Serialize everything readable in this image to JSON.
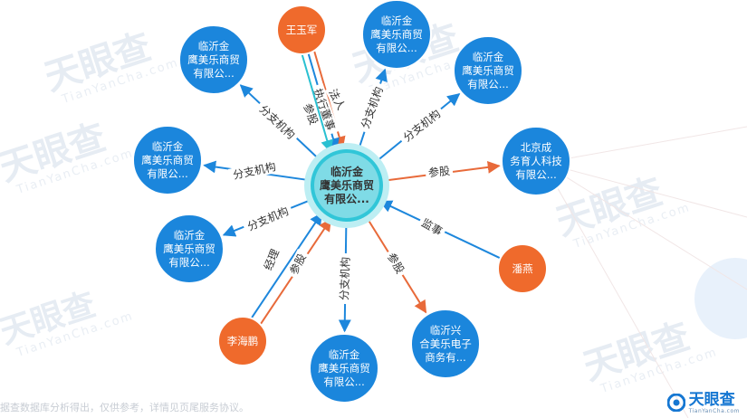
{
  "watermark": {
    "text": "天眼查",
    "sub": "TianYanCha.com"
  },
  "center": {
    "lines": [
      "临沂金",
      "鹰美乐商贸",
      "有限公..."
    ]
  },
  "nodes": [
    {
      "id": "wyj",
      "kind": "person",
      "lines": [
        "王玉军"
      ]
    },
    {
      "id": "c_top",
      "kind": "company",
      "lines": [
        "临沂金",
        "鹰美乐商贸",
        "有限公..."
      ]
    },
    {
      "id": "c_tr",
      "kind": "company",
      "lines": [
        "临沂金",
        "鹰美乐商贸",
        "有限公..."
      ]
    },
    {
      "id": "c_tl",
      "kind": "company",
      "lines": [
        "临沂金",
        "鹰美乐商贸",
        "有限公..."
      ]
    },
    {
      "id": "bj",
      "kind": "company",
      "lines": [
        "北京成",
        "务育人科技",
        "有限公..."
      ]
    },
    {
      "id": "c_l",
      "kind": "company",
      "lines": [
        "临沂金",
        "鹰美乐商贸",
        "有限公..."
      ]
    },
    {
      "id": "c_bl",
      "kind": "company",
      "lines": [
        "临沂金",
        "鹰美乐商贸",
        "有限公..."
      ]
    },
    {
      "id": "py",
      "kind": "person",
      "lines": [
        "潘燕"
      ]
    },
    {
      "id": "lhp",
      "kind": "person",
      "lines": [
        "李海鹏"
      ]
    },
    {
      "id": "lyx",
      "kind": "company",
      "lines": [
        "临沂兴",
        "合美乐电子",
        "商务有..."
      ]
    },
    {
      "id": "c_b",
      "kind": "company",
      "lines": [
        "临沂金",
        "鹰美乐商贸",
        "有限公..."
      ]
    }
  ],
  "edges": [
    {
      "from": "center",
      "to": "c_top",
      "label": "分支机构",
      "color": "#1d87dc"
    },
    {
      "from": "center",
      "to": "c_tr",
      "label": "分支机构",
      "color": "#1d87dc"
    },
    {
      "from": "center",
      "to": "c_tl",
      "label": "分支机构",
      "color": "#1d87dc"
    },
    {
      "from": "center",
      "to": "c_l",
      "label": "分支机构",
      "color": "#1d87dc"
    },
    {
      "from": "center",
      "to": "c_bl",
      "label": "分支机构",
      "color": "#1d87dc"
    },
    {
      "from": "center",
      "to": "c_b",
      "label": "分支机构",
      "color": "#1d87dc"
    },
    {
      "from": "center",
      "to": "bj",
      "label": "参股",
      "color": "#e86a3a"
    },
    {
      "from": "center",
      "to": "lyx",
      "label": "参股",
      "color": "#e86a3a"
    },
    {
      "from": "wyj",
      "to": "center",
      "label": "参股",
      "color": "#e86a3a"
    },
    {
      "from": "wyj",
      "to": "center",
      "label": "执行董事",
      "color": "#1d87dc"
    },
    {
      "from": "wyj",
      "to": "center",
      "label": "法人",
      "color": "#29c0d1"
    },
    {
      "from": "py",
      "to": "center",
      "label": "监事",
      "color": "#1d87dc"
    },
    {
      "from": "lhp",
      "to": "center",
      "label": "经理",
      "color": "#1d87dc"
    },
    {
      "from": "lhp",
      "to": "center",
      "label": "参股",
      "color": "#e86a3a"
    }
  ],
  "colors": {
    "company": "#1b86dc",
    "person": "#ef6a2c",
    "center": "#31c6d8"
  },
  "footer": {
    "note": "据查数据库分析得出，仅供参考，详情见页尾服务协议。",
    "brand": "天眼查",
    "brand_url": "TianYanCha.com"
  }
}
